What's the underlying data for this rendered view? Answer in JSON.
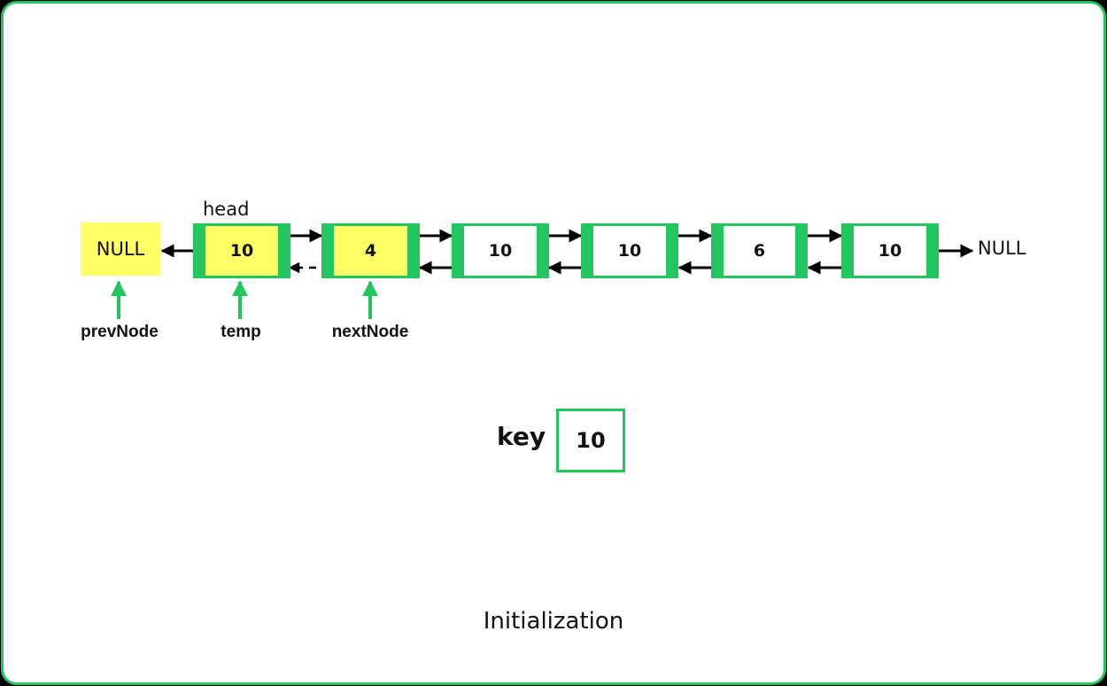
{
  "nodes": [
    {
      "value": "10",
      "highlighted": true
    },
    {
      "value": "4",
      "highlighted": true
    },
    {
      "value": "10",
      "highlighted": false
    },
    {
      "value": "10",
      "highlighted": false
    },
    {
      "value": "6",
      "highlighted": false
    },
    {
      "value": "10",
      "highlighted": false
    }
  ],
  "labels": {
    "null_left": "NULL",
    "null_right": "NULL",
    "head": "head",
    "prev_pointer": "prevNode",
    "temp_pointer": "temp",
    "next_pointer": "nextNode",
    "key_label": "key",
    "key_value": "10",
    "caption": "Initialization"
  },
  "colors": {
    "green": "#22c55e",
    "highlight": "#ffff66",
    "arrow": "#000000"
  }
}
